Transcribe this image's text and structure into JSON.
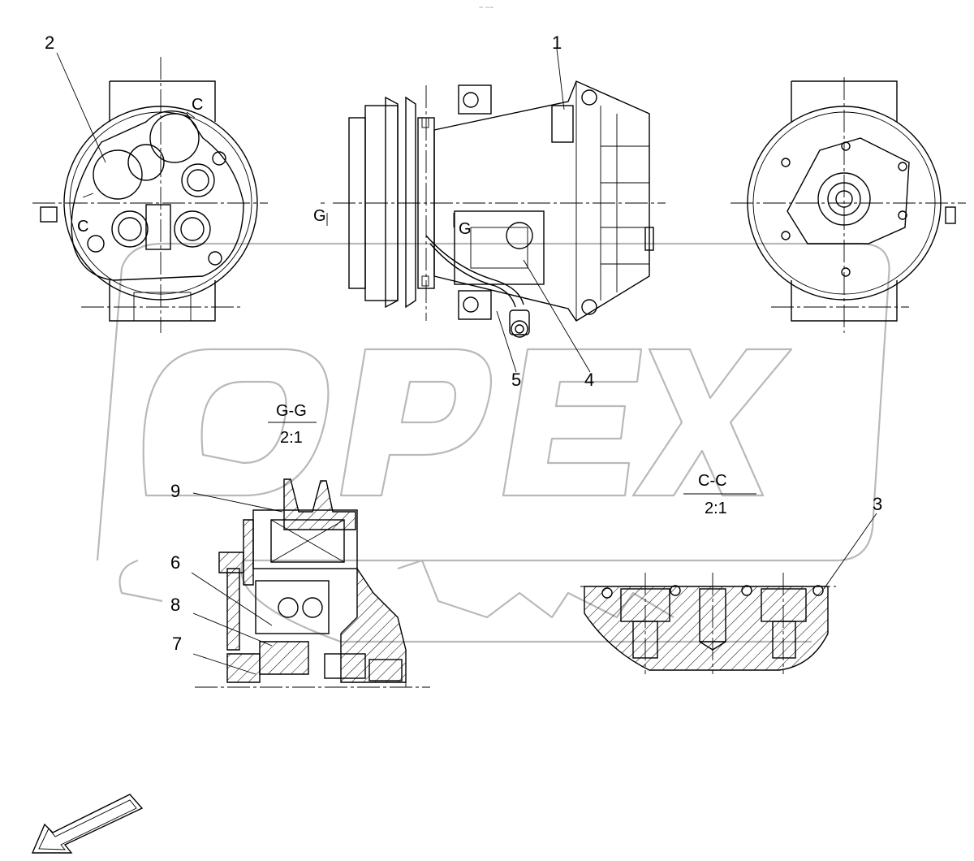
{
  "watermark": {
    "text": "OPEX"
  },
  "callouts": [
    "1",
    "2",
    "3",
    "4",
    "5",
    "6",
    "7",
    "8",
    "9"
  ],
  "view_markers": {
    "c_upper": "C",
    "c_lower": "C",
    "g_left": "G",
    "g_right": "G"
  },
  "section_gg": {
    "name": "G-G",
    "scale": "2:1"
  },
  "section_cc": {
    "name": "C-C",
    "scale": "2:1"
  },
  "header_mark": "~ ~~"
}
